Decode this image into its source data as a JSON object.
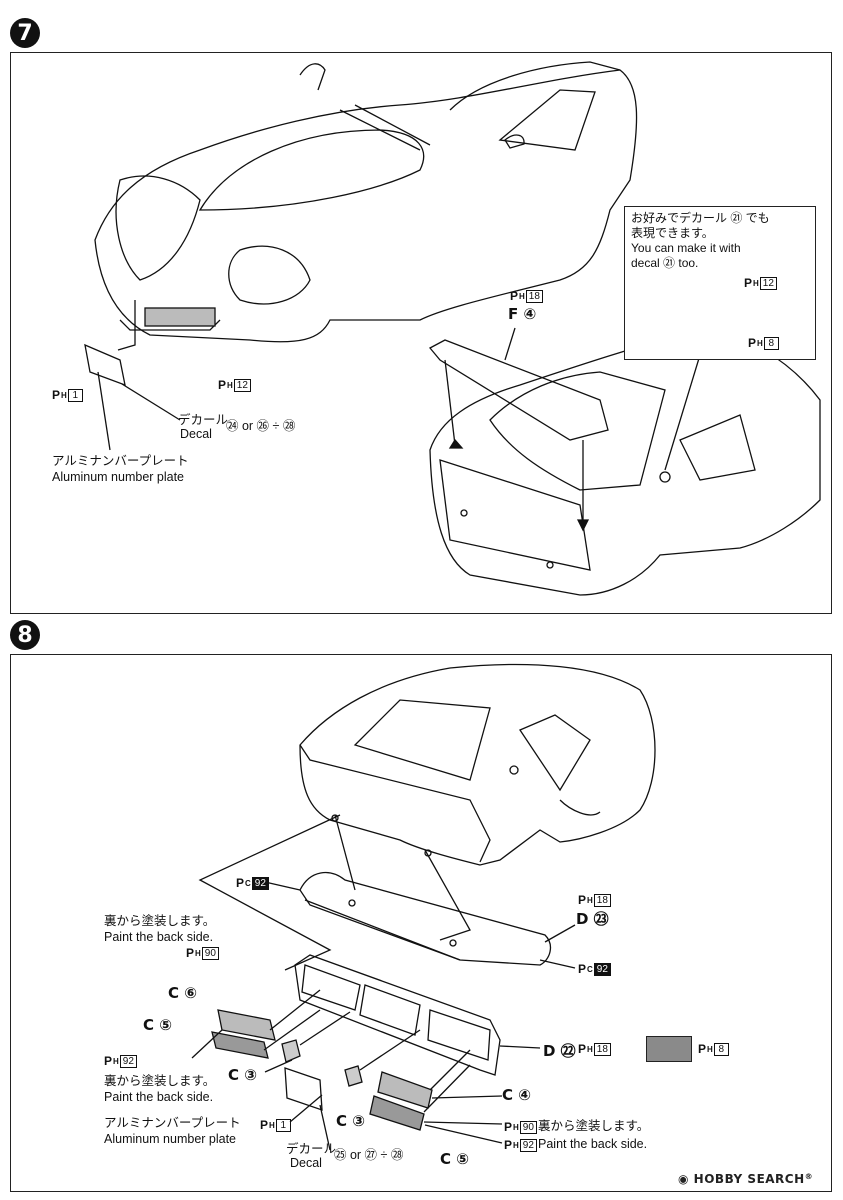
{
  "steps": [
    {
      "number": "7",
      "labels": {
        "decal_ja": "デカール",
        "decal_en": "Decal",
        "decal_refs": "㉔ or ㉖ ÷ ㉘",
        "plate_ja": "アルミナンバープレート",
        "plate_en": "Aluminum number plate",
        "callout_ja_1": "お好みでデカール ㉑ でも",
        "callout_ja_2": "表現できます。",
        "callout_en_1": "You can make it with",
        "callout_en_2": "decal ㉑ too."
      },
      "paint_refs": {
        "grille": "12",
        "plate": "1",
        "spoiler": "18",
        "emblem_top": "12",
        "emblem_bottom": "8"
      },
      "parts": {
        "spoiler": "F ④"
      }
    },
    {
      "number": "8",
      "labels": {
        "backside_ja": "裏から塗装します。",
        "backside_en": "Paint the back side.",
        "plate_ja": "アルミナンバープレート",
        "plate_en": "Aluminum number plate",
        "decal_ja": "デカール",
        "decal_en": "Decal",
        "decal_refs": "㉕ or ㉗ ÷ ㉘",
        "right_backside_ja": "裏から塗装します。",
        "right_backside_en": "Paint the back side."
      },
      "paint_refs": {
        "bar_left": "92",
        "bar_right": "92",
        "d23": "18",
        "c6": "90",
        "c5": "92",
        "d22": "18",
        "plate": "1",
        "c4": "90",
        "c5_right": "92",
        "swatch": "8"
      },
      "parts": {
        "c6": "C ⑥",
        "c5": "C ⑤",
        "c3_left": "C ③",
        "c3_right": "C ③",
        "d23": "D ㉓",
        "d22": "D ㉒",
        "c4": "C ④",
        "c5_right": "C ⑤"
      }
    }
  ],
  "watermark": {
    "brand": "HOBBY SEARCH",
    "reg": "®"
  },
  "colors": {
    "ink": "#111111",
    "swatch": "#8a8a8a"
  }
}
